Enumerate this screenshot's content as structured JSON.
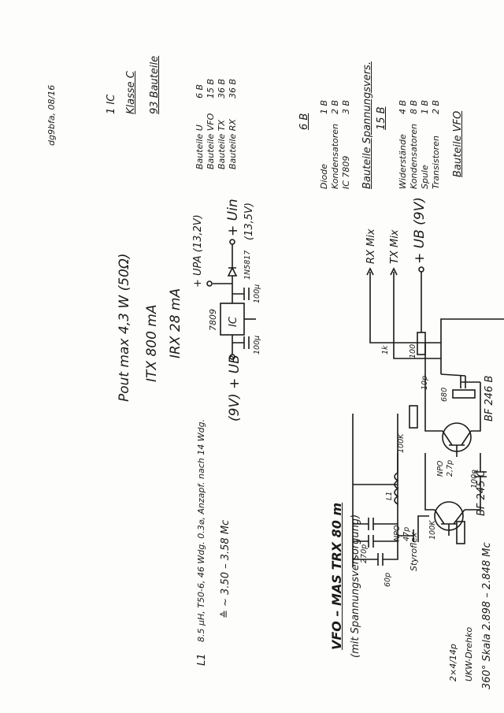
{
  "title": "VFO – MAS TRX 80 m",
  "subtitle": "(mit Spannungsversorgung)",
  "vfo": {
    "cap_tuning": "2×4/14p",
    "cap_tuning_desc": "UKW-Drehko",
    "scale": "360° Skala  2.898 – 2.848 Mc",
    "scale_equiv": "≙ ~ 3.50 – 3.58 Mc",
    "coil_label": "L1",
    "coil_desc": "8.5 µH, T50-6, 46 Wdg. 0.3⌀, Anzapf. nach 14 Wdg.",
    "styroflex": "Styroflex",
    "c60p": "60p",
    "c270p": "270p",
    "npo": "NPO",
    "c47p": "47p",
    "l1": "L1",
    "t1": "BF 245 C",
    "t2": "BF 246 B",
    "c100n": "100n",
    "npo2": "NPO",
    "c27p": "2,7p",
    "r100k_1": "100K",
    "r100k_2": "100K",
    "r680": "680",
    "c10p": "10p",
    "r100": "100",
    "r1k": "1k",
    "ub": "+ UB (9V)",
    "tx_mix": "TX Mix",
    "rx_mix": "RX Mix"
  },
  "supply": {
    "regulator": "7809",
    "ic": "IC",
    "diode": "1N5817",
    "c_in": "100µ",
    "c_out": "100µ",
    "upa": "+ UPA (13,2V)",
    "uin": "+ Uin",
    "uin_v": "(13,5V)",
    "ub_out": "(9V) + UB"
  },
  "currents": {
    "irx": "IRX   28 mA",
    "itx": "ITX   800 mA",
    "pout": "Pout  max 4,3 W (50Ω)"
  },
  "bom_vfo": {
    "heading": "Bauteile VFO",
    "rows": [
      {
        "name": "Transistoren",
        "qty": "2 B"
      },
      {
        "name": "Spule",
        "qty": "1 B"
      },
      {
        "name": "Kondensatoren",
        "qty": "8 B"
      },
      {
        "name": "Widerstände",
        "qty": "4 B"
      }
    ],
    "total": "15 B"
  },
  "bom_supply": {
    "heading": "Bauteile Spannungsvers.",
    "rows": [
      {
        "name": "IC 7809",
        "qty": "3 B"
      },
      {
        "name": "Kondensatoren",
        "qty": "2 B"
      },
      {
        "name": "Diode",
        "qty": "1 B"
      }
    ],
    "total": "6 B"
  },
  "bom_summary": {
    "rows": [
      {
        "name": "Bauteile RX",
        "qty": "36 B"
      },
      {
        "name": "Bauteile TX",
        "qty": "36 B"
      },
      {
        "name": "Bauteile VFO",
        "qty": "15 B"
      },
      {
        "name": "Bauteile U",
        "qty": "6 B"
      }
    ],
    "total": "93 Bauteile",
    "klasse": "Klasse C",
    "ic": "1 IC"
  },
  "signature": "dg9bfa, 08/16"
}
